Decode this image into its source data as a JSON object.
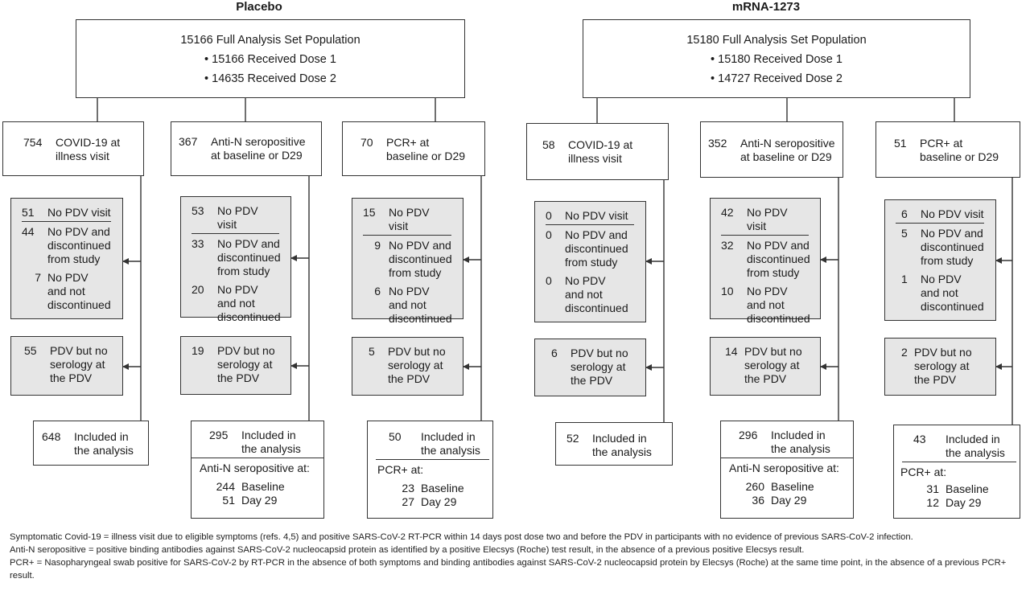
{
  "arms": [
    {
      "title": "Placebo",
      "top": {
        "population": "15166 Full Analysis Set Population",
        "dose1": "• 15166 Received Dose 1",
        "dose2": "• 14635 Received Dose 2"
      },
      "columns": [
        {
          "header": {
            "num": "754",
            "label": "COVID-19 at\nillness visit"
          },
          "excluded": [
            {
              "num": "51",
              "label": "No PDV visit"
            },
            {
              "num": "44",
              "label": "No PDV and\ndiscontinued\nfrom study"
            },
            {
              "num": "7",
              "label": "No PDV\nand not\ndiscontinued"
            }
          ],
          "no_serology": {
            "num": "55",
            "label": "PDV but no\nserology at\nthe PDV"
          },
          "included": {
            "num": "648",
            "label": "Included in\nthe analysis"
          }
        },
        {
          "header": {
            "num": "367",
            "label": "Anti-N seropositive\nat baseline or D29"
          },
          "excluded": [
            {
              "num": "53",
              "label": "No PDV visit"
            },
            {
              "num": "33",
              "label": "No PDV and\ndiscontinued\nfrom study"
            },
            {
              "num": "20",
              "label": "No PDV\nand not\ndiscontinued"
            }
          ],
          "no_serology": {
            "num": "19",
            "label": "PDV but no\nserology at\nthe PDV"
          },
          "included": {
            "num": "295",
            "label": "Included in\nthe analysis"
          },
          "breakdown": {
            "title": "Anti-N seropositive at:",
            "rows": [
              {
                "num": "244",
                "label": "Baseline"
              },
              {
                "num": "51",
                "label": "Day 29"
              }
            ]
          }
        },
        {
          "header": {
            "num": "70",
            "label": "PCR+ at\nbaseline or D29"
          },
          "excluded": [
            {
              "num": "15",
              "label": "No PDV visit"
            },
            {
              "num": "9",
              "label": "No PDV and\ndiscontinued\nfrom study"
            },
            {
              "num": "6",
              "label": "No PDV\nand not\ndiscontinued"
            }
          ],
          "no_serology": {
            "num": "5",
            "label": "PDV but no\nserology at\nthe PDV"
          },
          "included": {
            "num": "50",
            "label": "Included in\nthe analysis"
          },
          "breakdown": {
            "title": "PCR+ at:",
            "rows": [
              {
                "num": "23",
                "label": "Baseline"
              },
              {
                "num": "27",
                "label": "Day 29"
              }
            ]
          }
        }
      ]
    },
    {
      "title": "mRNA-1273",
      "top": {
        "population": "15180 Full Analysis Set Population",
        "dose1": "• 15180 Received Dose 1",
        "dose2": "• 14727 Received Dose 2"
      },
      "columns": [
        {
          "header": {
            "num": "58",
            "label": "COVID-19 at\nillness visit"
          },
          "excluded": [
            {
              "num": "0",
              "label": "No PDV visit"
            },
            {
              "num": "0",
              "label": "No PDV and\ndiscontinued\nfrom study"
            },
            {
              "num": "0",
              "label": "No PDV\nand not\ndiscontinued"
            }
          ],
          "no_serology": {
            "num": "6",
            "label": "PDV but no\nserology at\nthe PDV"
          },
          "included": {
            "num": "52",
            "label": "Included in\nthe analysis"
          }
        },
        {
          "header": {
            "num": "352",
            "label": "Anti-N seropositive\nat baseline or D29"
          },
          "excluded": [
            {
              "num": "42",
              "label": "No PDV visit"
            },
            {
              "num": "32",
              "label": "No PDV and\ndiscontinued\nfrom study"
            },
            {
              "num": "10",
              "label": "No PDV\nand not\ndiscontinued"
            }
          ],
          "no_serology": {
            "num": "14",
            "label": "PDV but no\nserology at\nthe PDV"
          },
          "included": {
            "num": "296",
            "label": "Included in\nthe analysis"
          },
          "breakdown": {
            "title": "Anti-N seropositive at:",
            "rows": [
              {
                "num": "260",
                "label": "Baseline"
              },
              {
                "num": "36",
                "label": "Day 29"
              }
            ]
          }
        },
        {
          "header": {
            "num": "51",
            "label": "PCR+ at\nbaseline or D29"
          },
          "excluded": [
            {
              "num": "6",
              "label": "No PDV visit"
            },
            {
              "num": "5",
              "label": "No PDV and\ndiscontinued\nfrom study"
            },
            {
              "num": "1",
              "label": "No PDV\nand not\ndiscontinued"
            }
          ],
          "no_serology": {
            "num": "2",
            "label": "PDV but no\nserology at\nthe PDV"
          },
          "included": {
            "num": "43",
            "label": "Included in\nthe analysis"
          },
          "breakdown": {
            "title": "PCR+ at:",
            "rows": [
              {
                "num": "31",
                "label": "Baseline"
              },
              {
                "num": "12",
                "label": "Day 29"
              }
            ]
          }
        }
      ]
    }
  ],
  "footnotes": [
    "Symptomatic Covid-19 = illness visit due to eligible symptoms (refs. 4,5) and positive SARS-CoV-2 RT-PCR within 14 days post dose two and before the PDV in participants with no evidence of previous SARS-CoV-2 infection.",
    "Anti-N seropositive = positive binding antibodies against SARS-CoV-2 nucleocapsid protein as identified by a positive Elecsys (Roche) test result, in the absence of a previous positive Elecsys result.",
    "PCR+ = Nasopharyngeal swab positive for SARS-CoV-2 by RT-PCR in the absence of both symptoms and binding antibodies against SARS-CoV-2 nucleocapsid protein by Elecsys (Roche) at the same time point, in the absence of a previous PCR+ result."
  ],
  "colors": {
    "box_border": "#333333",
    "gray_fill": "#e6e6e6",
    "text": "#1a1a1a"
  }
}
